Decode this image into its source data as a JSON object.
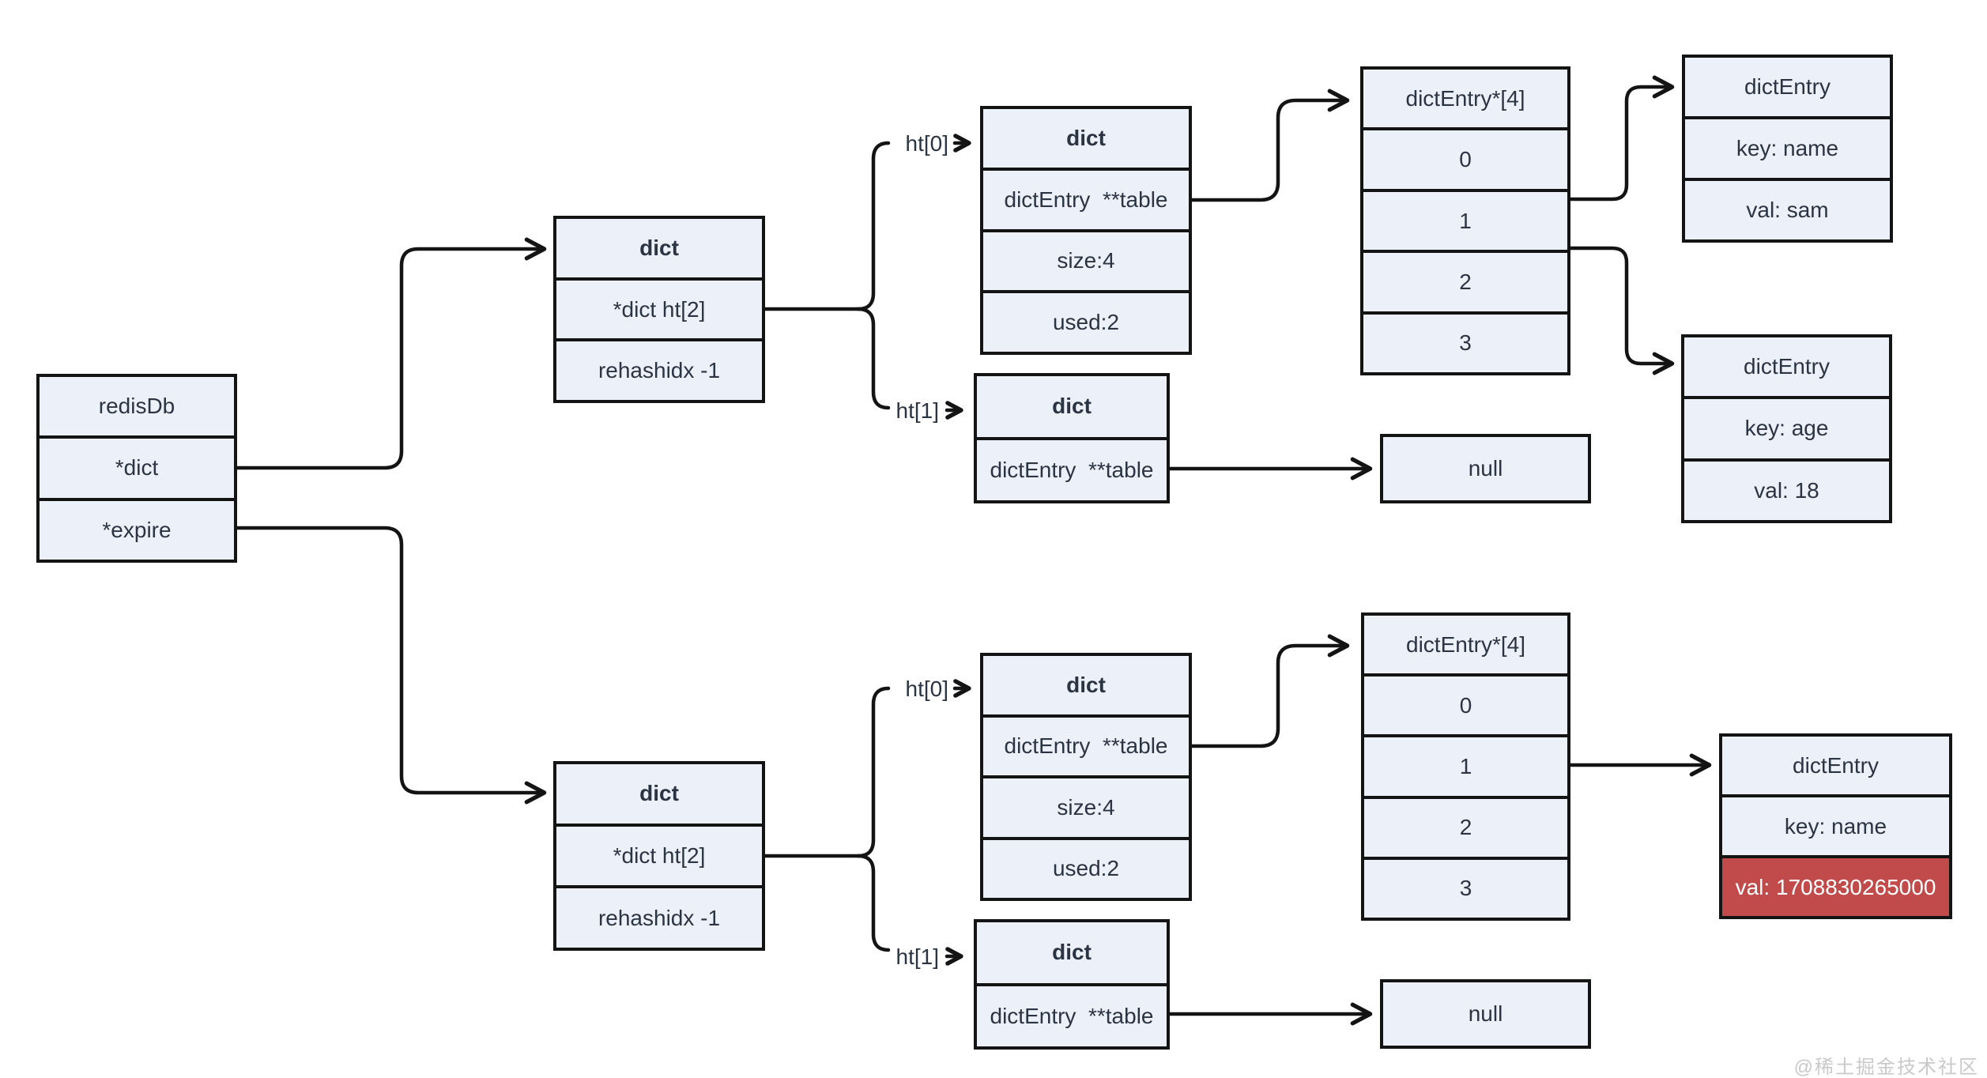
{
  "watermark": "@稀土掘金技术社区",
  "colors": {
    "box_fill": "#ecf0f8",
    "box_border": "#141414",
    "text": "#2b3442",
    "highlight_fill": "#c14a4a",
    "highlight_text": "#ffffff",
    "watermark_color": "#c9c9c9"
  },
  "labels": {
    "ht0_top": "ht[0]",
    "ht1_top": "ht[1]",
    "ht0_bottom": "ht[0]",
    "ht1_bottom": "ht[1]"
  },
  "nodes": {
    "redisdb": {
      "cells": [
        "redisDb",
        "*dict",
        "*expire"
      ]
    },
    "dict_top": {
      "cells": [
        "dict",
        "*dict ht[2]",
        "rehashidx -1"
      ]
    },
    "ht0_dict_top": {
      "cells": [
        "dict",
        "dictEntry  **table",
        "size:4",
        "used:2"
      ]
    },
    "ht1_dict_top": {
      "cells": [
        "dict",
        "dictEntry  **table"
      ]
    },
    "bucket_array_top": {
      "cells": [
        "dictEntry*[4]",
        "0",
        "1",
        "2",
        "3"
      ]
    },
    "entry_name_sam": {
      "cells": [
        "dictEntry",
        "key: name",
        "val: sam"
      ]
    },
    "entry_age_18": {
      "cells": [
        "dictEntry",
        "key: age",
        "val: 18"
      ]
    },
    "null_top": {
      "cells": [
        "null"
      ]
    },
    "dict_bottom": {
      "cells": [
        "dict",
        "*dict ht[2]",
        "rehashidx -1"
      ]
    },
    "ht0_dict_bottom": {
      "cells": [
        "dict",
        "dictEntry  **table",
        "size:4",
        "used:2"
      ]
    },
    "bucket_array_bottom": {
      "cells": [
        "dictEntry*[4]",
        "0",
        "1",
        "2",
        "3"
      ]
    },
    "entry_expire": {
      "cells": [
        "dictEntry",
        "key: name",
        "val: 1708830265000"
      ]
    },
    "ht1_dict_bottom": {
      "cells": [
        "dict",
        "dictEntry  **table"
      ]
    },
    "null_bottom": {
      "cells": [
        "null"
      ]
    }
  }
}
